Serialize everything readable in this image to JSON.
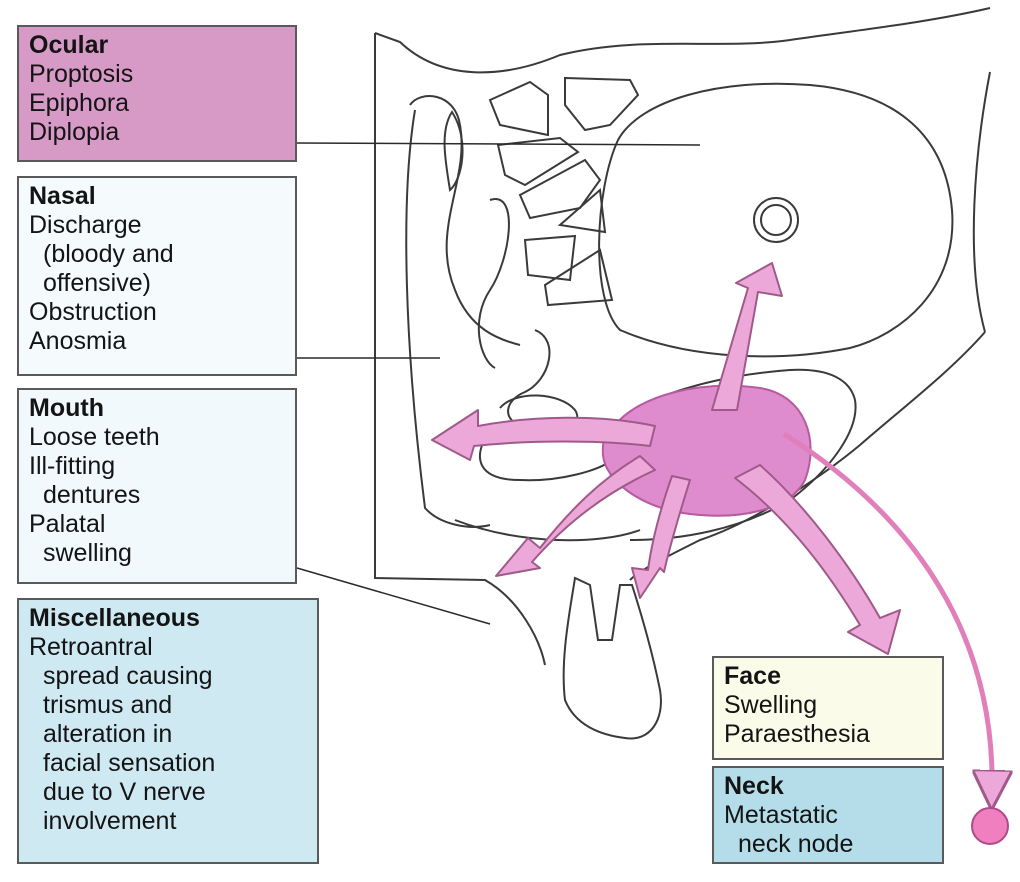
{
  "boxes": {
    "ocular": {
      "heading": "Ocular",
      "lines": [
        "Proptosis",
        "Epiphora",
        "Diplopia"
      ]
    },
    "nasal": {
      "heading": "Nasal",
      "lines": [
        "Discharge",
        "  (bloody and",
        "  offensive)",
        "Obstruction",
        "Anosmia"
      ]
    },
    "mouth": {
      "heading": "Mouth",
      "lines": [
        "Loose teeth",
        "Ill-fitting",
        "  dentures",
        "Palatal",
        "  swelling"
      ]
    },
    "misc": {
      "heading": "Miscellaneous",
      "lines": [
        "Retroantral",
        "  spread causing",
        "  trismus and",
        "  alteration in",
        "  facial sensation",
        "  due to V nerve",
        "  involvement"
      ]
    },
    "face": {
      "heading": "Face",
      "lines": [
        "Swelling",
        "Paraesthesia"
      ]
    },
    "neck": {
      "heading": "Neck",
      "lines": [
        "Metastatic",
        "  neck node"
      ]
    }
  },
  "colors": {
    "ocular_fill": "#d79ac6",
    "nasal_fill": "#f5fafd",
    "mouth_fill": "#f1f9fd",
    "misc_fill": "#cfe9f3",
    "face_fill": "#fbfbe9",
    "neck_fill": "#b4dde9",
    "tumour_fill": "#de8ccd",
    "arrow_fill": "#eba8d8",
    "node_fill": "#f07fc0",
    "outline": "#3a3a3a"
  }
}
